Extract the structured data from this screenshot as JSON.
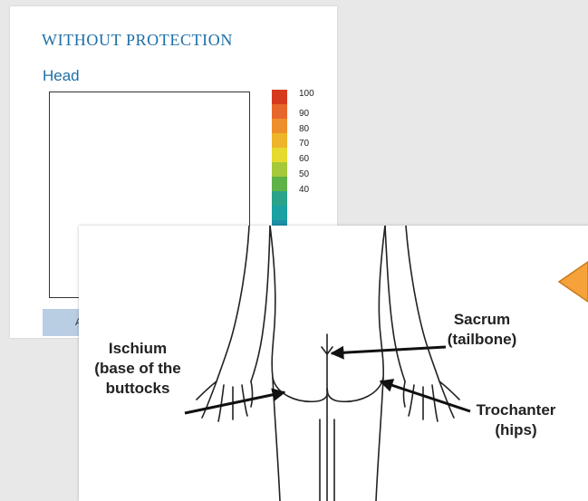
{
  "panel": {
    "title": "WITHOUT PROTECTION",
    "head_label": "Head",
    "button_fragment": "Av",
    "scale": {
      "labels": [
        "100",
        "90",
        "80",
        "70",
        "60",
        "50",
        "40"
      ],
      "colors": [
        "#d63a1e",
        "#e6672b",
        "#ef8f2b",
        "#eeb52a",
        "#e6da2f",
        "#a6c93a",
        "#5fb247",
        "#2aa38a",
        "#1aa2a3",
        "#1d8fa6"
      ]
    }
  },
  "diagram": {
    "labels": {
      "ischium_line1": "Ischium",
      "ischium_line2": "(base of the",
      "ischium_line3": "buttocks",
      "sacrum_line1": "Sacrum",
      "sacrum_line2": "(tailbone)",
      "trochanter_line1": "Trochanter",
      "trochanter_line2": "(hips)"
    },
    "callout_color": "#f5a23a"
  }
}
